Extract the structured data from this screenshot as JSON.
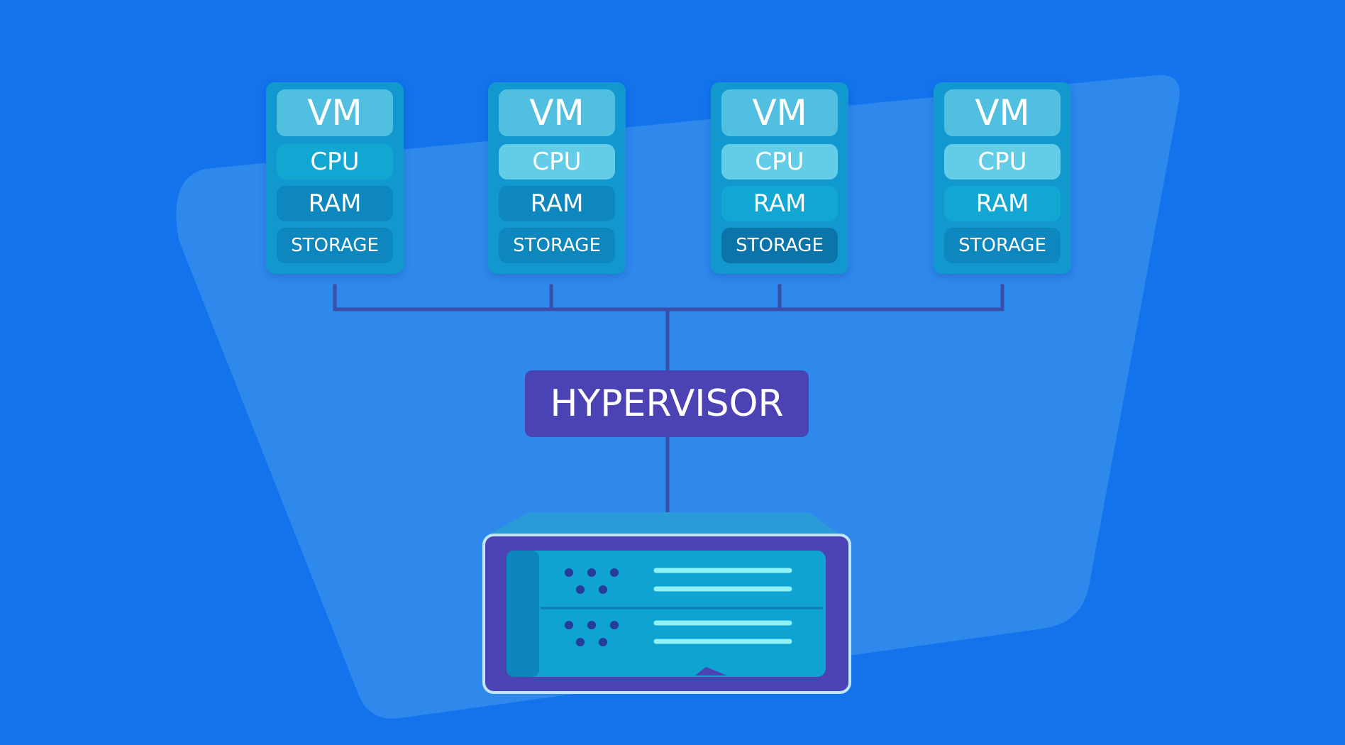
{
  "colors": {
    "background": "#1273ed",
    "panel": "#2f88ec",
    "vm_card": "#1199cf",
    "vm_title": "#51bfdf",
    "segment_light": "#63cde8",
    "segment_mid": "#12a6d2",
    "segment_dark": "#0d87bd",
    "connector": "#3b4eaa",
    "hypervisor": "#4b43b4",
    "server_body": "#4b43b4",
    "server_panel": "#0fa3d1"
  },
  "vms": [
    {
      "title": "VM",
      "cpu": "CPU",
      "ram": "RAM",
      "storage": "STORAGE",
      "shades": [
        "mid",
        "dark",
        "dark"
      ]
    },
    {
      "title": "VM",
      "cpu": "CPU",
      "ram": "RAM",
      "storage": "STORAGE",
      "shades": [
        "light",
        "dark",
        "dark"
      ]
    },
    {
      "title": "VM",
      "cpu": "CPU",
      "ram": "RAM",
      "storage": "STORAGE",
      "shades": [
        "light",
        "mid",
        "darker"
      ]
    },
    {
      "title": "VM",
      "cpu": "CPU",
      "ram": "RAM",
      "storage": "STORAGE",
      "shades": [
        "light",
        "mid",
        "dark"
      ]
    }
  ],
  "hypervisor": {
    "label": "HYPERVISOR"
  },
  "server": {
    "icon": "server-icon"
  }
}
